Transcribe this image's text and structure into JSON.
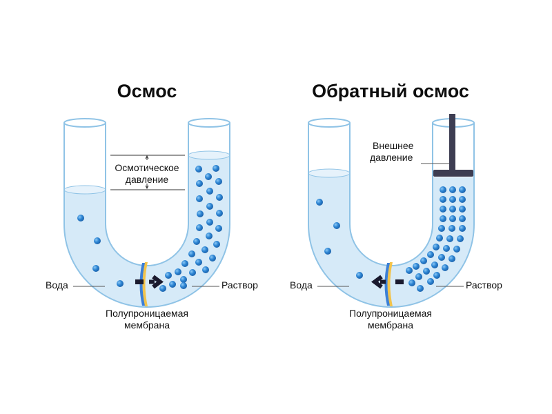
{
  "osmosis": {
    "title": "Осмос",
    "pressure_label_1": "Осмотическое",
    "pressure_label_2": "давление",
    "water_label": "Вода",
    "solution_label": "Раствор",
    "membrane_label_1": "Полупроницаемая",
    "membrane_label_2": "мембрана",
    "flow_direction": "water-to-solution"
  },
  "reverse_osmosis": {
    "title": "Обратный осмос",
    "pressure_label_1": "Внешнее",
    "pressure_label_2": "давление",
    "water_label": "Вода",
    "solution_label": "Раствор",
    "membrane_label_1": "Полупроницаемая",
    "membrane_label_2": "мембрана",
    "flow_direction": "solution-to-water"
  },
  "colors": {
    "water": "#cfe6f7",
    "tube_outline": "#8fc3e6",
    "particle": "#2e86d4",
    "membrane_blue": "#3b7fd6",
    "membrane_yellow": "#f2c34b",
    "arrow": "#1a1a2e",
    "piston": "#3d3d52"
  }
}
